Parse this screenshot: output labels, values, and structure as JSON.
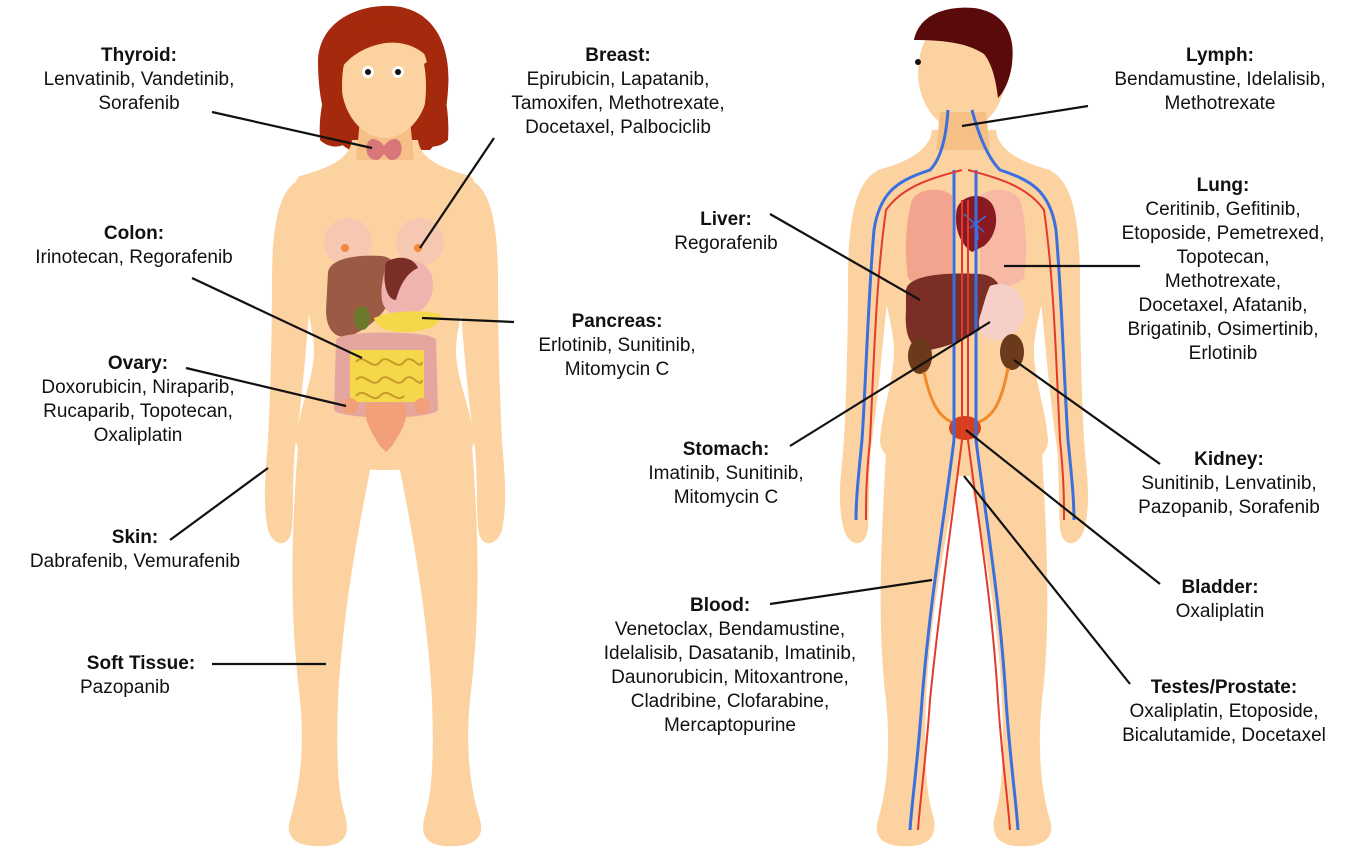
{
  "labels": {
    "thyroid": {
      "title": "Thyroid:",
      "lines": [
        "Lenvatinib, Vandetinib,",
        "Sorafenib"
      ]
    },
    "breast": {
      "title": "Breast:",
      "lines": [
        "Epirubicin, Lapatanib,",
        "Tamoxifen, Methotrexate,",
        "Docetaxel, Palbociclib"
      ]
    },
    "colon": {
      "title": "Colon:",
      "lines": [
        "Irinotecan, Regorafenib"
      ]
    },
    "pancreas": {
      "title": "Pancreas:",
      "lines": [
        "Erlotinib, Sunitinib,",
        "Mitomycin C"
      ]
    },
    "ovary": {
      "title": "Ovary:",
      "lines": [
        "Doxorubicin, Niraparib,",
        "Rucaparib, Topotecan,",
        "Oxaliplatin"
      ]
    },
    "skin": {
      "title": "Skin:",
      "lines": [
        "Dabrafenib, Vemurafenib"
      ]
    },
    "soft_tissue": {
      "title": "Soft Tissue:",
      "lines": [
        "Pazopanib"
      ]
    },
    "lymph": {
      "title": "Lymph:",
      "lines": [
        "Bendamustine, Idelalisib,",
        "Methotrexate"
      ]
    },
    "lung": {
      "title": "Lung:",
      "lines": [
        "Ceritinib, Gefitinib,",
        "Etoposide, Pemetrexed,",
        "Topotecan,",
        "Methotrexate,",
        "Docetaxel, Afatanib,",
        "Brigatinib, Osimertinib,",
        "Erlotinib"
      ]
    },
    "liver": {
      "title": "Liver:",
      "lines": [
        "Regorafenib"
      ]
    },
    "stomach": {
      "title": "Stomach:",
      "lines": [
        "Imatinib, Sunitinib,",
        "Mitomycin C"
      ]
    },
    "kidney": {
      "title": "Kidney:",
      "lines": [
        "Sunitinib, Lenvatinib,",
        "Pazopanib, Sorafenib"
      ]
    },
    "bladder": {
      "title": "Bladder:",
      "lines": [
        "Oxaliplatin"
      ]
    },
    "blood": {
      "title": "Blood:",
      "lines": [
        "Venetoclax, Bendamustine,",
        "Idelalisib, Dasatanib, Imatinib,",
        "Daunorubicin, Mitoxantrone,",
        "Cladribine, Clofarabine,",
        "Mercaptopurine"
      ]
    },
    "testes_prostate": {
      "title": "Testes/Prostate:",
      "lines": [
        "Oxaliplatin, Etoposide,",
        "Bicalutamide, Docetaxel"
      ]
    }
  },
  "colors": {
    "skin": "#fcd2a0",
    "skin_shade": "#f6bf86",
    "female_hair": "#a52a0d",
    "male_hair": "#5a0a0a",
    "liver": "#7a2e26",
    "lung": "#f2a48e",
    "vein": "#3a6fe0",
    "artery": "#e23a2c",
    "leader_line": "#111111"
  }
}
